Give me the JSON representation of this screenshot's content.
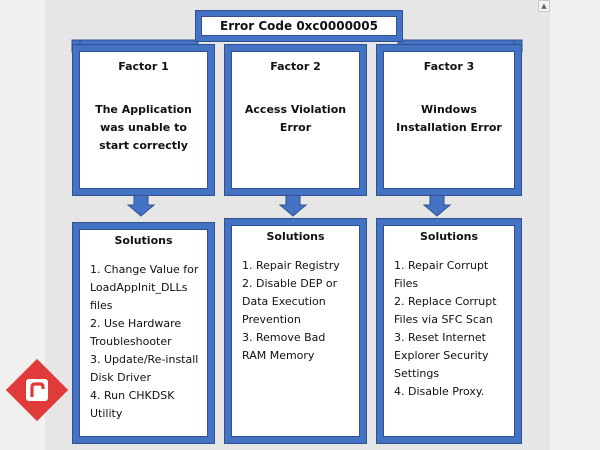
{
  "title": "Error Code 0xc0000005",
  "factors": [
    {
      "heading": "Factor 1",
      "description": "The Application was unable to start correctly"
    },
    {
      "heading": "Factor 2",
      "description": "Access Violation Error"
    },
    {
      "heading": "Factor 3",
      "description": "Windows Installation Error"
    }
  ],
  "solutions": [
    {
      "heading": "Solutions",
      "items": [
        "1. Change Value for LoadAppInit_DLLs files",
        "2. Use Hardware Troubleshooter",
        "3. Update/Re-install Disk Driver",
        "4. Run CHKDSK Utility"
      ]
    },
    {
      "heading": "Solutions",
      "items": [
        "1. Repair Registry",
        "2. Disable DEP or Data Execution Prevention",
        "3. Remove Bad RAM Memory"
      ]
    },
    {
      "heading": "Solutions",
      "items": [
        "1. Repair Corrupt Files",
        "2. Replace Corrupt Files via SFC Scan",
        "3. Reset Internet Explorer Security Settings",
        "4. Disable Proxy."
      ]
    }
  ],
  "colors": {
    "frame": "#4472c4",
    "frame_border": "#2f528f",
    "background": "#e6e6e6",
    "logo": "#e03a3a"
  },
  "icons": {
    "logo": "r-logo-icon",
    "scroll": "scroll-up-arrow-icon"
  }
}
